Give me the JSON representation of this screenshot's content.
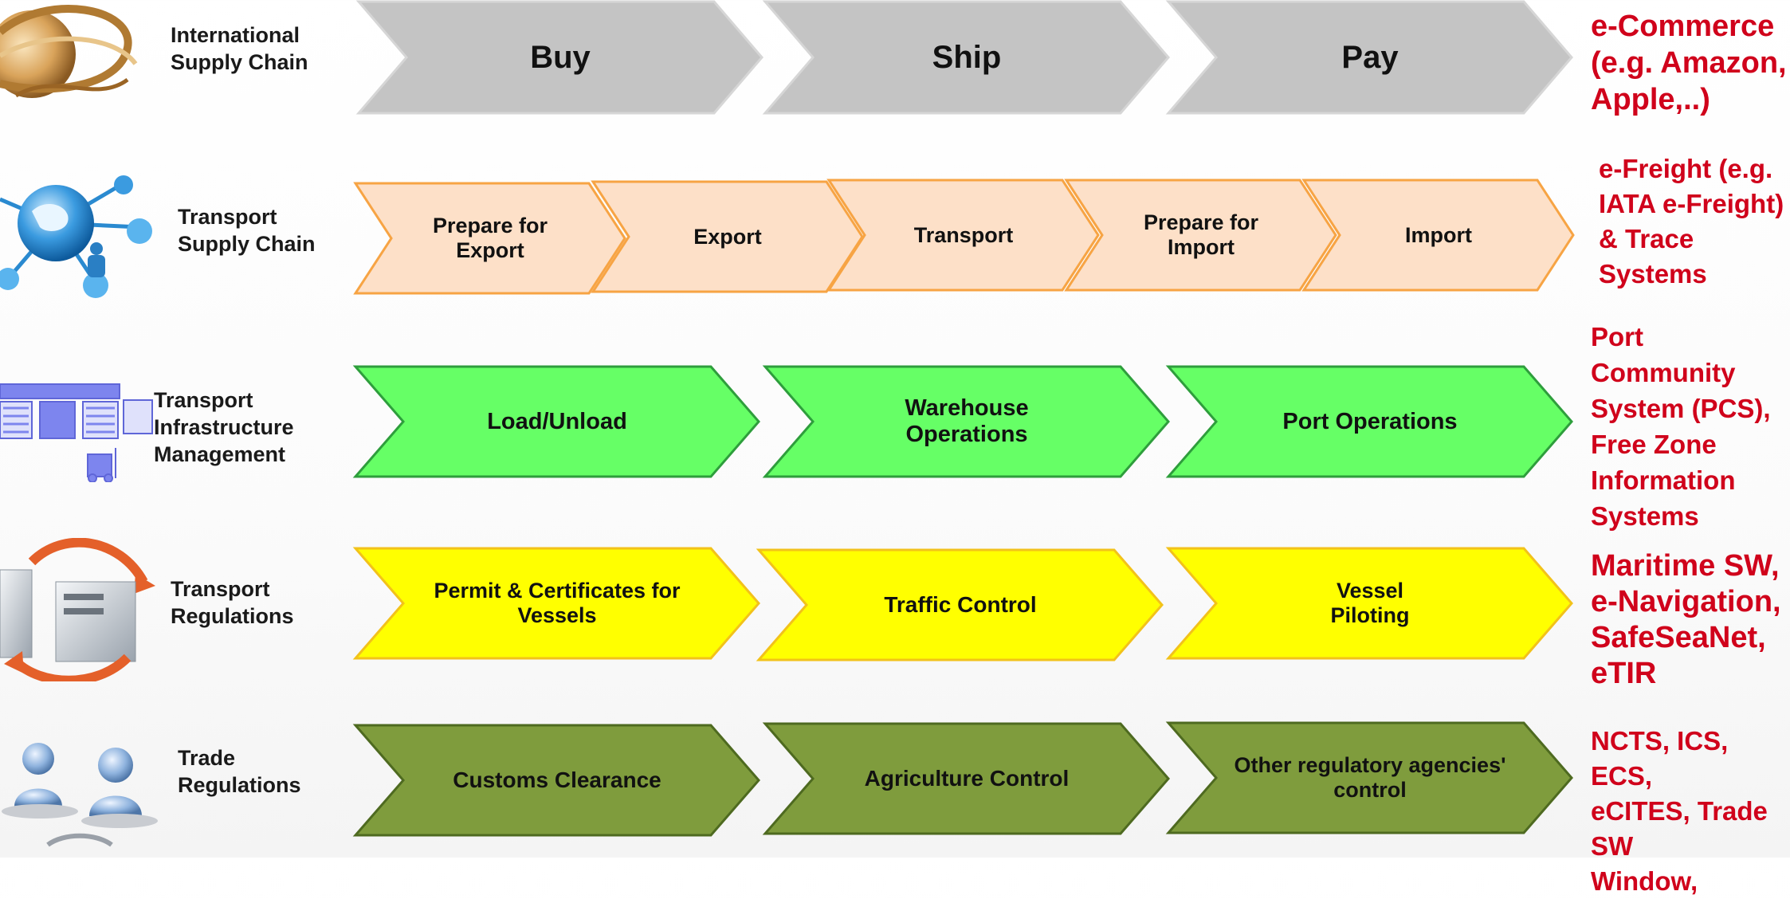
{
  "rows": [
    {
      "label": "International\nSupply Chain",
      "steps": [
        "Buy",
        "Ship",
        "Pay"
      ],
      "side_text": "e-Commerce\n(e.g. Amazon,\nApple,..)"
    },
    {
      "label": "Transport\nSupply Chain",
      "steps": [
        "Prepare for\nExport",
        "Export",
        "Transport",
        "Prepare for\nImport",
        "Import"
      ],
      "side_text": "e-Freight (e.g.\nIATA e-Freight)\n& Trace\nSystems"
    },
    {
      "label": "Transport\nInfrastructure\nManagement",
      "steps": [
        "Load/Unload",
        "Warehouse\nOperations",
        "Port Operations"
      ],
      "side_text": "Port Community\nSystem (PCS),\nFree Zone\nInformation\nSystems"
    },
    {
      "label": "Transport\nRegulations",
      "steps": [
        "Permit & Certificates for\nVessels",
        "Traffic Control",
        "Vessel\nPiloting"
      ],
      "side_text": "Maritime SW,\ne-Navigation,\nSafeSeaNet,\neTIR"
    },
    {
      "label": "Trade\nRegulations",
      "steps": [
        "Customs Clearance",
        "Agriculture Control",
        "Other regulatory agencies'\ncontrol"
      ],
      "side_text": "NCTS, ICS, ECS,\neCITES, Trade SW\nWindow,"
    }
  ],
  "colors": {
    "row0_fill": "#c4c4c4",
    "row0_stroke": "#d6d6d6",
    "row1_fill": "#fde0c8",
    "row1_stroke": "#f7a444",
    "row2_fill": "#66ff66",
    "row2_stroke": "#2e9e3c",
    "row3_fill": "#ffff00",
    "row3_stroke": "#f2c21a",
    "row4_fill": "#7f9c3d",
    "row4_stroke": "#4e6a20",
    "side_text": "#d0021b"
  },
  "icons": [
    "globe-ribbon-icon",
    "network-globe-icon",
    "warehouse-forklift-icon",
    "servers-exchange-icon",
    "people-scale-icon"
  ]
}
